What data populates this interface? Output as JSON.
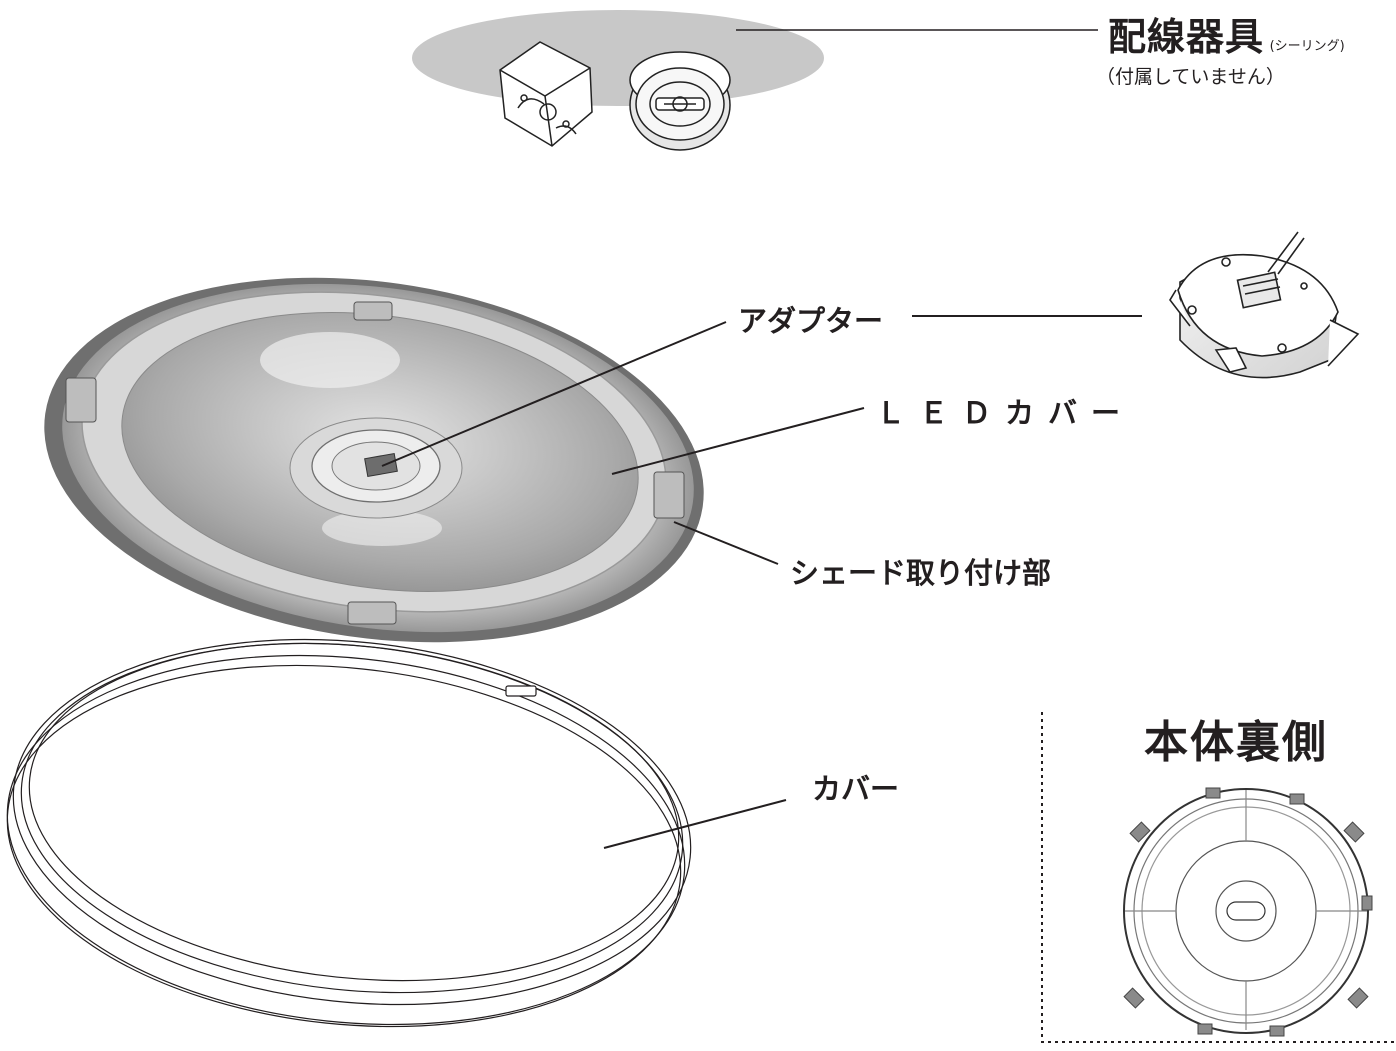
{
  "ceiling_fixture": {
    "title": "配線器具",
    "title_suffix": "(シーリング)",
    "note": "（付属していません）"
  },
  "parts": {
    "adapter": "アダプター",
    "led_cover": "ＬＥＤカバー",
    "shade_mount": "シェード取り付け部",
    "cover": "カバー"
  },
  "back_view": {
    "title": "本体裏側"
  }
}
